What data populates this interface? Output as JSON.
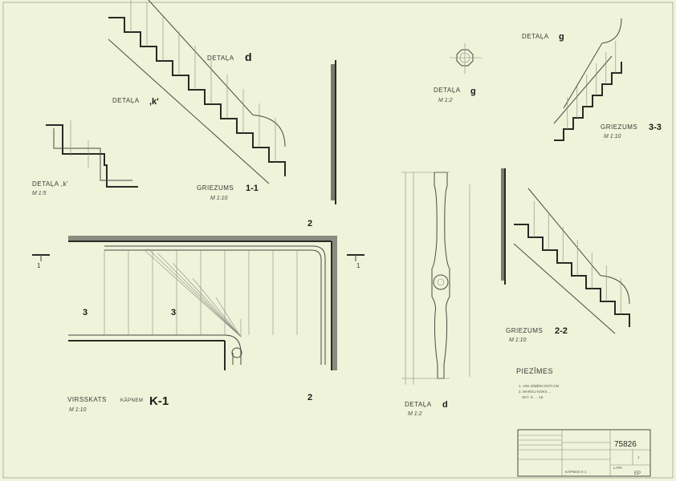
{
  "drawing": {
    "views": {
      "detail_d_top": {
        "label": "DETAĻA",
        "letter": "d"
      },
      "detail_k_top": {
        "label": "DETAĻA",
        "letter": ",k'"
      },
      "detail_k": {
        "label": "DETAĻA ,k'",
        "scale": "M 1:5"
      },
      "section_1": {
        "label": "GRIEZUMS",
        "letter": "1-1",
        "scale": "M 1:10"
      },
      "detail_g": {
        "label": "DETAĻA",
        "letter": "g",
        "scale": "M 1:2"
      },
      "detail_g_top": {
        "label": "DETAĻA",
        "letter": "g"
      },
      "section_3": {
        "label": "GRIEZUMS",
        "letter": "3-3",
        "scale": "M 1:10"
      },
      "section_2": {
        "label": "GRIEZUMS",
        "letter": "2-2",
        "scale": "M 1:10"
      },
      "plan": {
        "label": "VIRSSKATS",
        "label2": "KĀPNEM",
        "letter": "K-1",
        "scale": "M 1:10"
      },
      "detail_d": {
        "label": "DETAĻA",
        "letter": "d",
        "scale": "M 1:2"
      }
    },
    "section_markers": {
      "one": "1",
      "two": "2",
      "three": "3"
    },
    "notes": {
      "title": "PIEZĪMES",
      "items": [
        "1. VISI IZMĒRI DOTI CM",
        "2. MARGU KOKS ...",
        "SKT. S. ... 18"
      ]
    },
    "title_block": {
      "number": "75826",
      "sheet_label": "LAPA",
      "sheet": "1",
      "object": "KĀPNES K-1",
      "stage": "EP"
    }
  }
}
